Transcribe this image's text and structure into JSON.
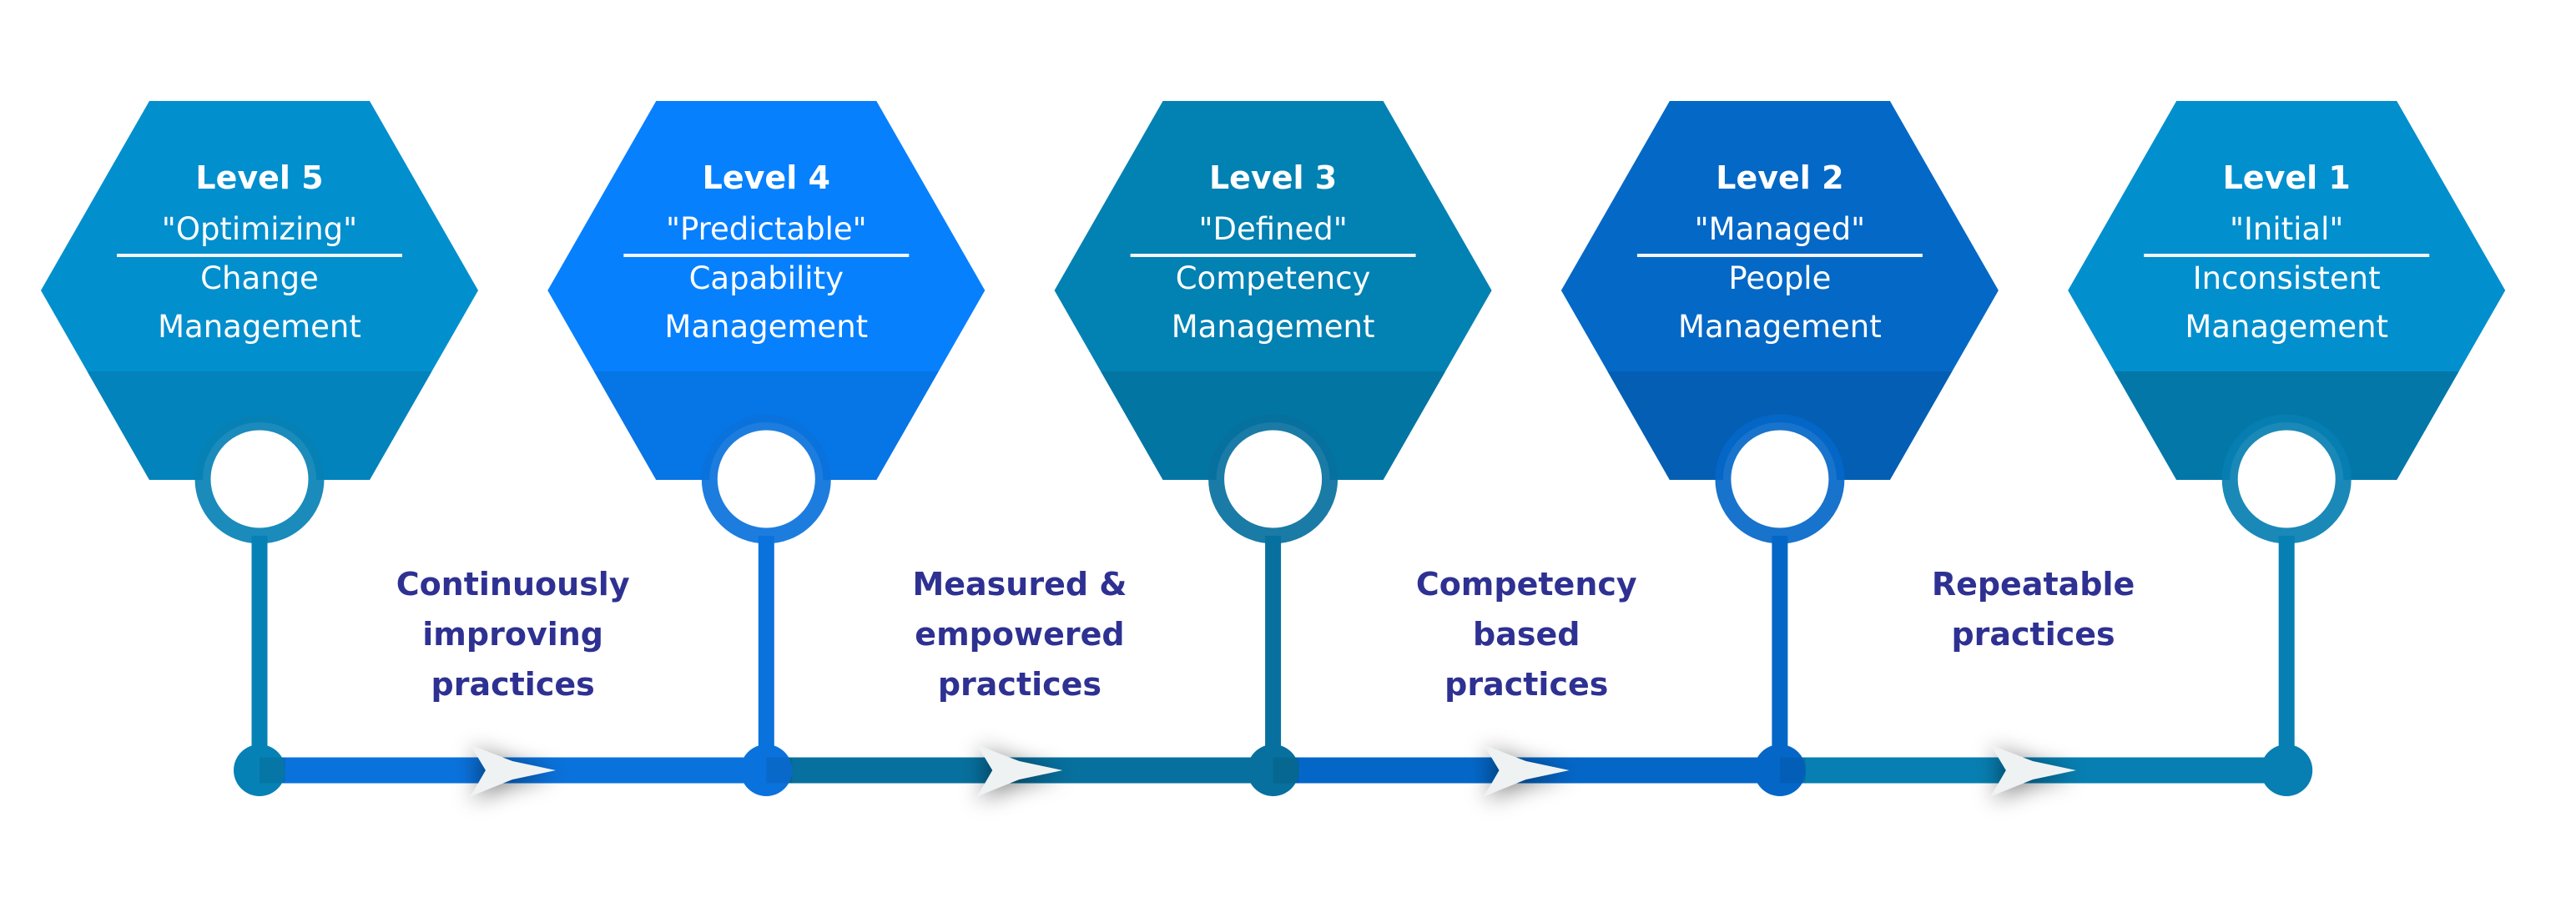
{
  "diagram": {
    "title": "Maturity levels",
    "levels": [
      {
        "title": "Level 5",
        "name": "\"Optimizing\"",
        "description": [
          "Change",
          "Management"
        ],
        "color_top": "#028FCE",
        "color_band": "#0283BC",
        "ring_color": "#0681B5",
        "stem_color": "#0681B5"
      },
      {
        "title": "Level 4",
        "name": "\"Predictable\"",
        "description": [
          "Capability",
          "Management"
        ],
        "color_top": "#0780FE",
        "color_band": "#0675E6",
        "ring_color": "#0A72DC",
        "stem_color": "#0A72DC"
      },
      {
        "title": "Level 3",
        "name": "\"Defined\"",
        "description": [
          "Competency",
          "Management"
        ],
        "color_top": "#0281B3",
        "color_band": "#0275A3",
        "ring_color": "#07709E",
        "stem_color": "#07709E"
      },
      {
        "title": "Level 2",
        "name": "\"Managed\"",
        "description": [
          "People",
          "Management"
        ],
        "color_top": "#0468C6",
        "color_band": "#045FB4",
        "ring_color": "#0467C8",
        "stem_color": "#0467C8"
      },
      {
        "title": "Level 1",
        "name": "\"Initial\"",
        "description": [
          "Inconsistent",
          "Management"
        ],
        "color_top": "#028FCE",
        "color_band": "#0277A8",
        "ring_color": "#077FB2",
        "stem_color": "#077FB2"
      }
    ],
    "practices": [
      {
        "lines": [
          "Continuously",
          "improving",
          "practices"
        ],
        "segment_color": "#0A72DC"
      },
      {
        "lines": [
          "Measured &",
          "empowered",
          "practices"
        ],
        "segment_color": "#07709E"
      },
      {
        "lines": [
          "Competency",
          "based",
          "practices"
        ],
        "segment_color": "#0467C8"
      },
      {
        "lines": [
          "Repeatable",
          "practices"
        ],
        "segment_color": "#077FB2"
      }
    ],
    "colors": {
      "practice_text": "#2E3192",
      "arrow_fill": "#EFF2F3",
      "background": "#FFFFFF"
    }
  }
}
